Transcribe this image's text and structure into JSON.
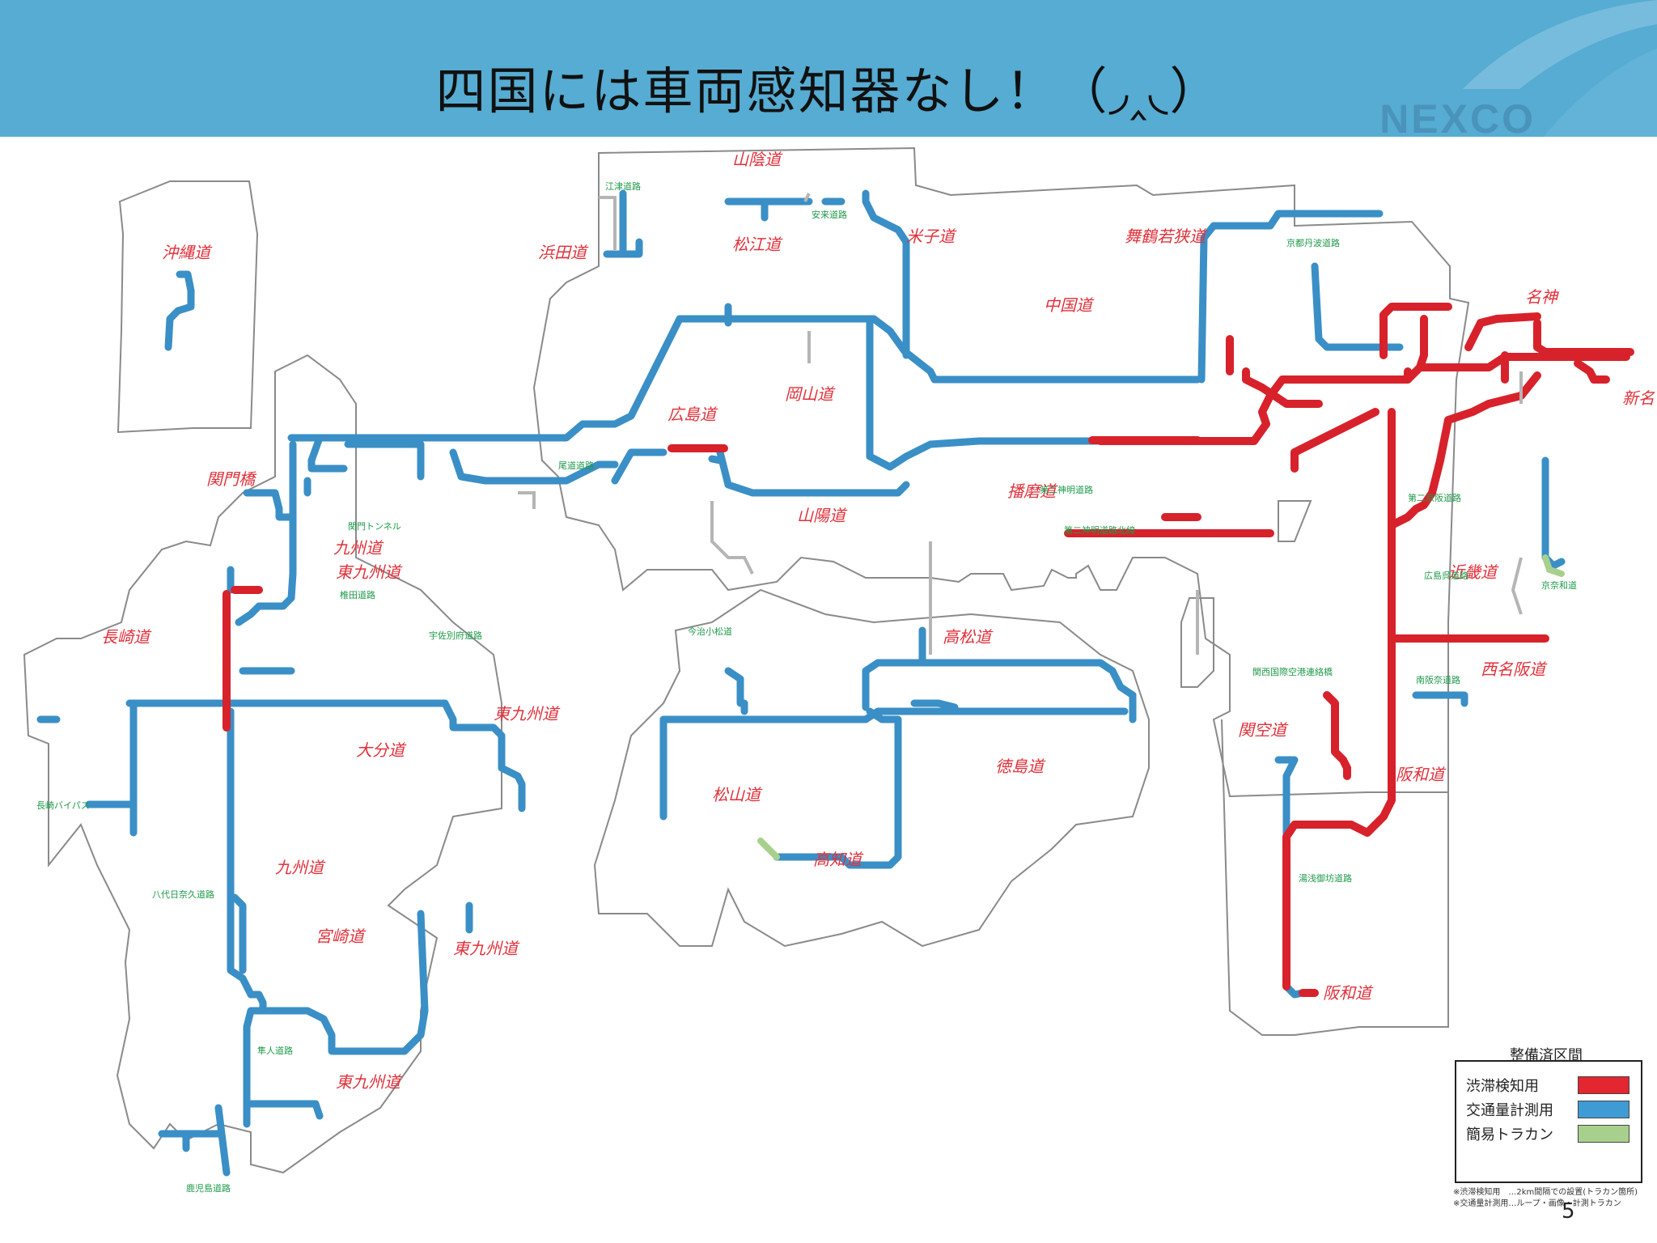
{
  "header": {
    "title": "四国には車両感知器なし！（◞‸◟）",
    "logo": "NEXCO"
  },
  "map": {
    "route_labels": [
      "沖縄道",
      "関門橋",
      "長崎道",
      "九州道",
      "東九州道",
      "大分道",
      "宮崎道",
      "浜田道",
      "山陰道",
      "米子道",
      "松江道",
      "広島道",
      "岡山道",
      "山陽道",
      "中国道",
      "舞鶴若狭道",
      "名神",
      "新名",
      "播磨道",
      "近畿道",
      "西名阪道",
      "高松道",
      "徳島道",
      "松山道",
      "高知道",
      "関空道",
      "阪和道"
    ],
    "green_labels": [
      "江津道路",
      "安来道路",
      "尾道道路",
      "関門トンネル",
      "椎田道路",
      "宇佐別府道路",
      "八代日奈久道路",
      "隼人道路",
      "京都丹波道路",
      "第二神明道路",
      "第二京阪道路",
      "南阪奈道路",
      "関西国際空港連絡橋",
      "湯浅御坊道路",
      "今治小松道",
      "鹿児島道路",
      "長崎バイパス",
      "第二神明道路北線",
      "広島呉道路",
      "京奈和道"
    ],
    "colors": {
      "red": "#d7222b",
      "blue": "#3a8fc6",
      "green": "#a8d08d",
      "outline": "#8a8a8a"
    }
  },
  "legend": {
    "title": "整備済区間",
    "items": [
      {
        "label": "渋滞検知用",
        "color": "#e3262f"
      },
      {
        "label": "交通量計測用",
        "color": "#3f9bd3"
      },
      {
        "label": "簡易トラカン",
        "color": "#a8d08d"
      }
    ],
    "notes": [
      "※渋滞検知用　…2km間隔での設置(トラカン箇所)",
      "※交通量計測用…ループ・画像・計測トラカン"
    ]
  },
  "page_number": "5"
}
